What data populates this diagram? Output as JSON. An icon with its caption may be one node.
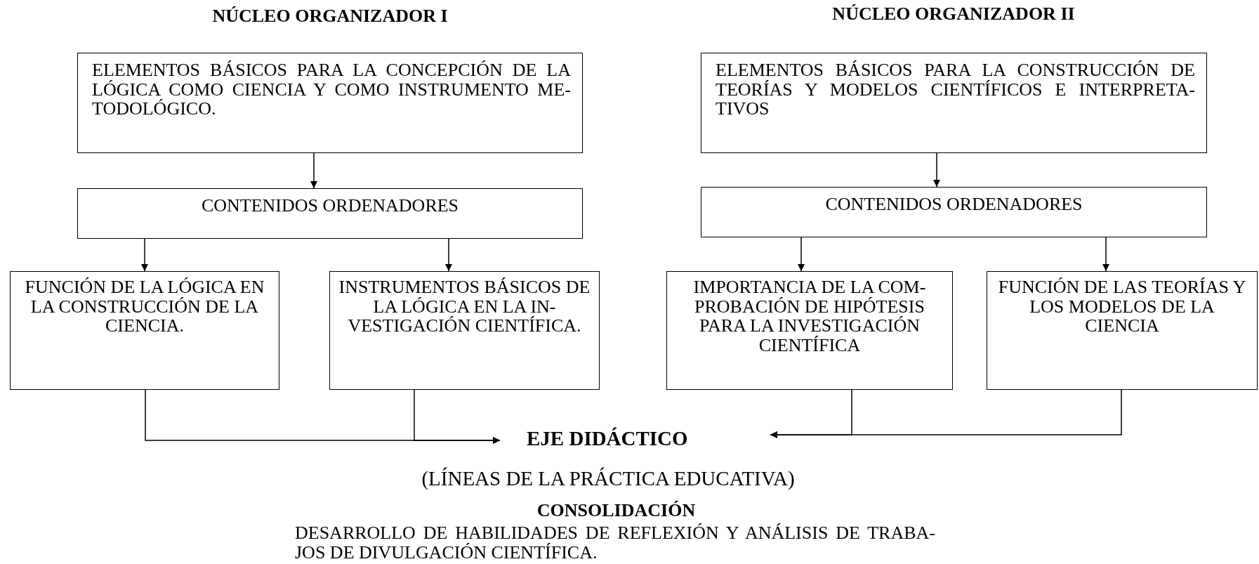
{
  "diagram": {
    "nodes": [
      {
        "text": [
          "ELEMENTOS BÁSICOS PARA LA CONCEPCIÓN DE LA LÓGICA COMO CIENCIA Y COMO INSTRUMENTO ME-TODOLÓGICO."
        ]
      },
      {
        "text": [
          "CONTENIDOS ORDENADORES"
        ]
      },
      {
        "text": [
          "FUNCIÓN DE LA LÓGICA EN LA CONSTRUCCIÓN DE LA CIENCIA."
        ]
      },
      {
        "text": [
          "INSTRUMENTOS BÁSICOS DE LA LÓGICA EN LA IN-VESTIGACIÓN CIENTÍFICA."
        ]
      },
      {
        "text": [
          "ELEMENTOS BÁSICOS PARA LA CONSTRUCCIÓN DE TEORÍAS Y MODELOS CIENTÍFICOS E INTERPRETA-TIVOS"
        ]
      },
      {
        "text": [
          "CONTENIDOS ORDENADORES"
        ]
      },
      {
        "text": [
          "IMPORTANCIA DE LA COM-PROBACIÓN DE HIPÓTESIS PARA LA INVESTIGACIÓN CIENTÍFICA"
        ]
      },
      {
        "text": [
          "FUNCIÓN DE LAS TEORÍAS Y LOS MODELOS DE LA CIENCIA"
        ]
      },
      {
        "text": [
          "EJE DIDÁCTICO"
        ],
        "beside": [
          "(LÍNEAS DE LA PRÁCTICA EDUCATIVA)"
        ]
      }
    ],
    "edges": [
      {
        "from": 0,
        "to": 1,
        "arrow": "to"
      },
      {
        "from": 1,
        "to": 2,
        "arrow": "to"
      },
      {
        "from": 1,
        "to": 3,
        "arrow": "to"
      },
      {
        "from": 4,
        "to": 5,
        "arrow": "to"
      },
      {
        "from": 5,
        "to": 6,
        "arrow": "to"
      },
      {
        "from": 5,
        "to": 7,
        "arrow": "to"
      },
      {
        "from": 2,
        "to": 8,
        "arrow": "to"
      },
      {
        "from": 3,
        "to": 8,
        "arrow": "to"
      },
      {
        "from": 6,
        "to": 8,
        "arrow": "to"
      },
      {
        "from": 7,
        "to": 8,
        "arrow": "to"
      }
    ],
    "labels": [
      "NÚCLEO ORGANIZADOR I",
      "NÚCLEO ORGANIZADOR II",
      "CONSOLIDACIÓN",
      "DESARROLLO DE HABILIDADES DE REFLEXIÓN Y ANÁLISIS DE TRABA-JOS DE DIVULGACIÓN CIENTÍFICA."
    ]
  }
}
